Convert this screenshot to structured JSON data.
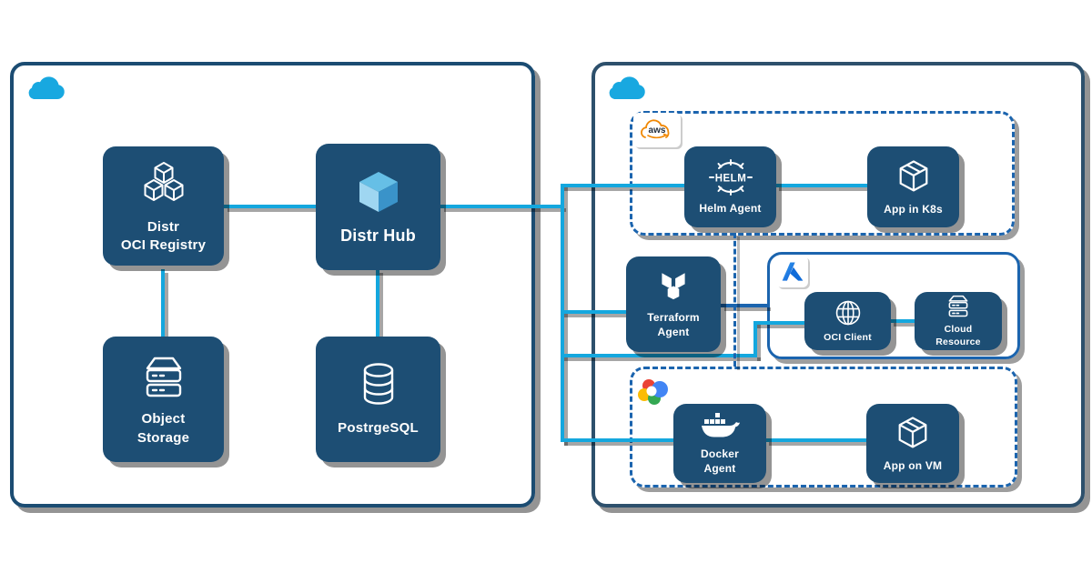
{
  "diagram": {
    "colors": {
      "accent_cyan": "#14a7de",
      "node_fill": "#1d4e74",
      "sub_container_border": "#1b64ae",
      "outer_container_border": "#1b4c72",
      "cloud_icon_fill": "#18a8e0"
    },
    "left_zone": {
      "cloud_icon": "cloud-icon",
      "nodes": {
        "oci_registry": {
          "label": "Distr\nOCI Registry",
          "icon": "cubes-icon"
        },
        "distr_hub": {
          "label": "Distr Hub",
          "icon": "cube-3d-icon"
        },
        "object_storage": {
          "label": "Object\nStorage",
          "icon": "server-stack-icon"
        },
        "postgresql": {
          "label": "PostrgeSQL",
          "icon": "database-icon"
        }
      }
    },
    "right_zone": {
      "cloud_icon": "cloud-icon",
      "terraform_agent": {
        "label": "Terraform\nAgent",
        "icon": "terraform-icon"
      },
      "aws": {
        "logo": "aws-logo",
        "logo_text": "aws",
        "nodes": {
          "helm_agent": {
            "label": "Helm Agent",
            "icon": "helm-wheel-icon",
            "icon_text": "HELM"
          },
          "app_in_k8s": {
            "label": "App in K8s",
            "icon": "package-box-icon"
          }
        }
      },
      "azure": {
        "logo": "azure-logo",
        "nodes": {
          "oci_client": {
            "label": "OCI Client",
            "icon": "globe-icon"
          },
          "cloud_resource": {
            "label": "Cloud\nResource",
            "icon": "server-mini-icon"
          }
        }
      },
      "gcp": {
        "logo": "google-cloud-logo",
        "nodes": {
          "docker_agent": {
            "label": "Docker\nAgent",
            "icon": "docker-whale-icon"
          },
          "app_on_vm": {
            "label": "App on VM",
            "icon": "package-box-icon"
          }
        }
      }
    }
  }
}
